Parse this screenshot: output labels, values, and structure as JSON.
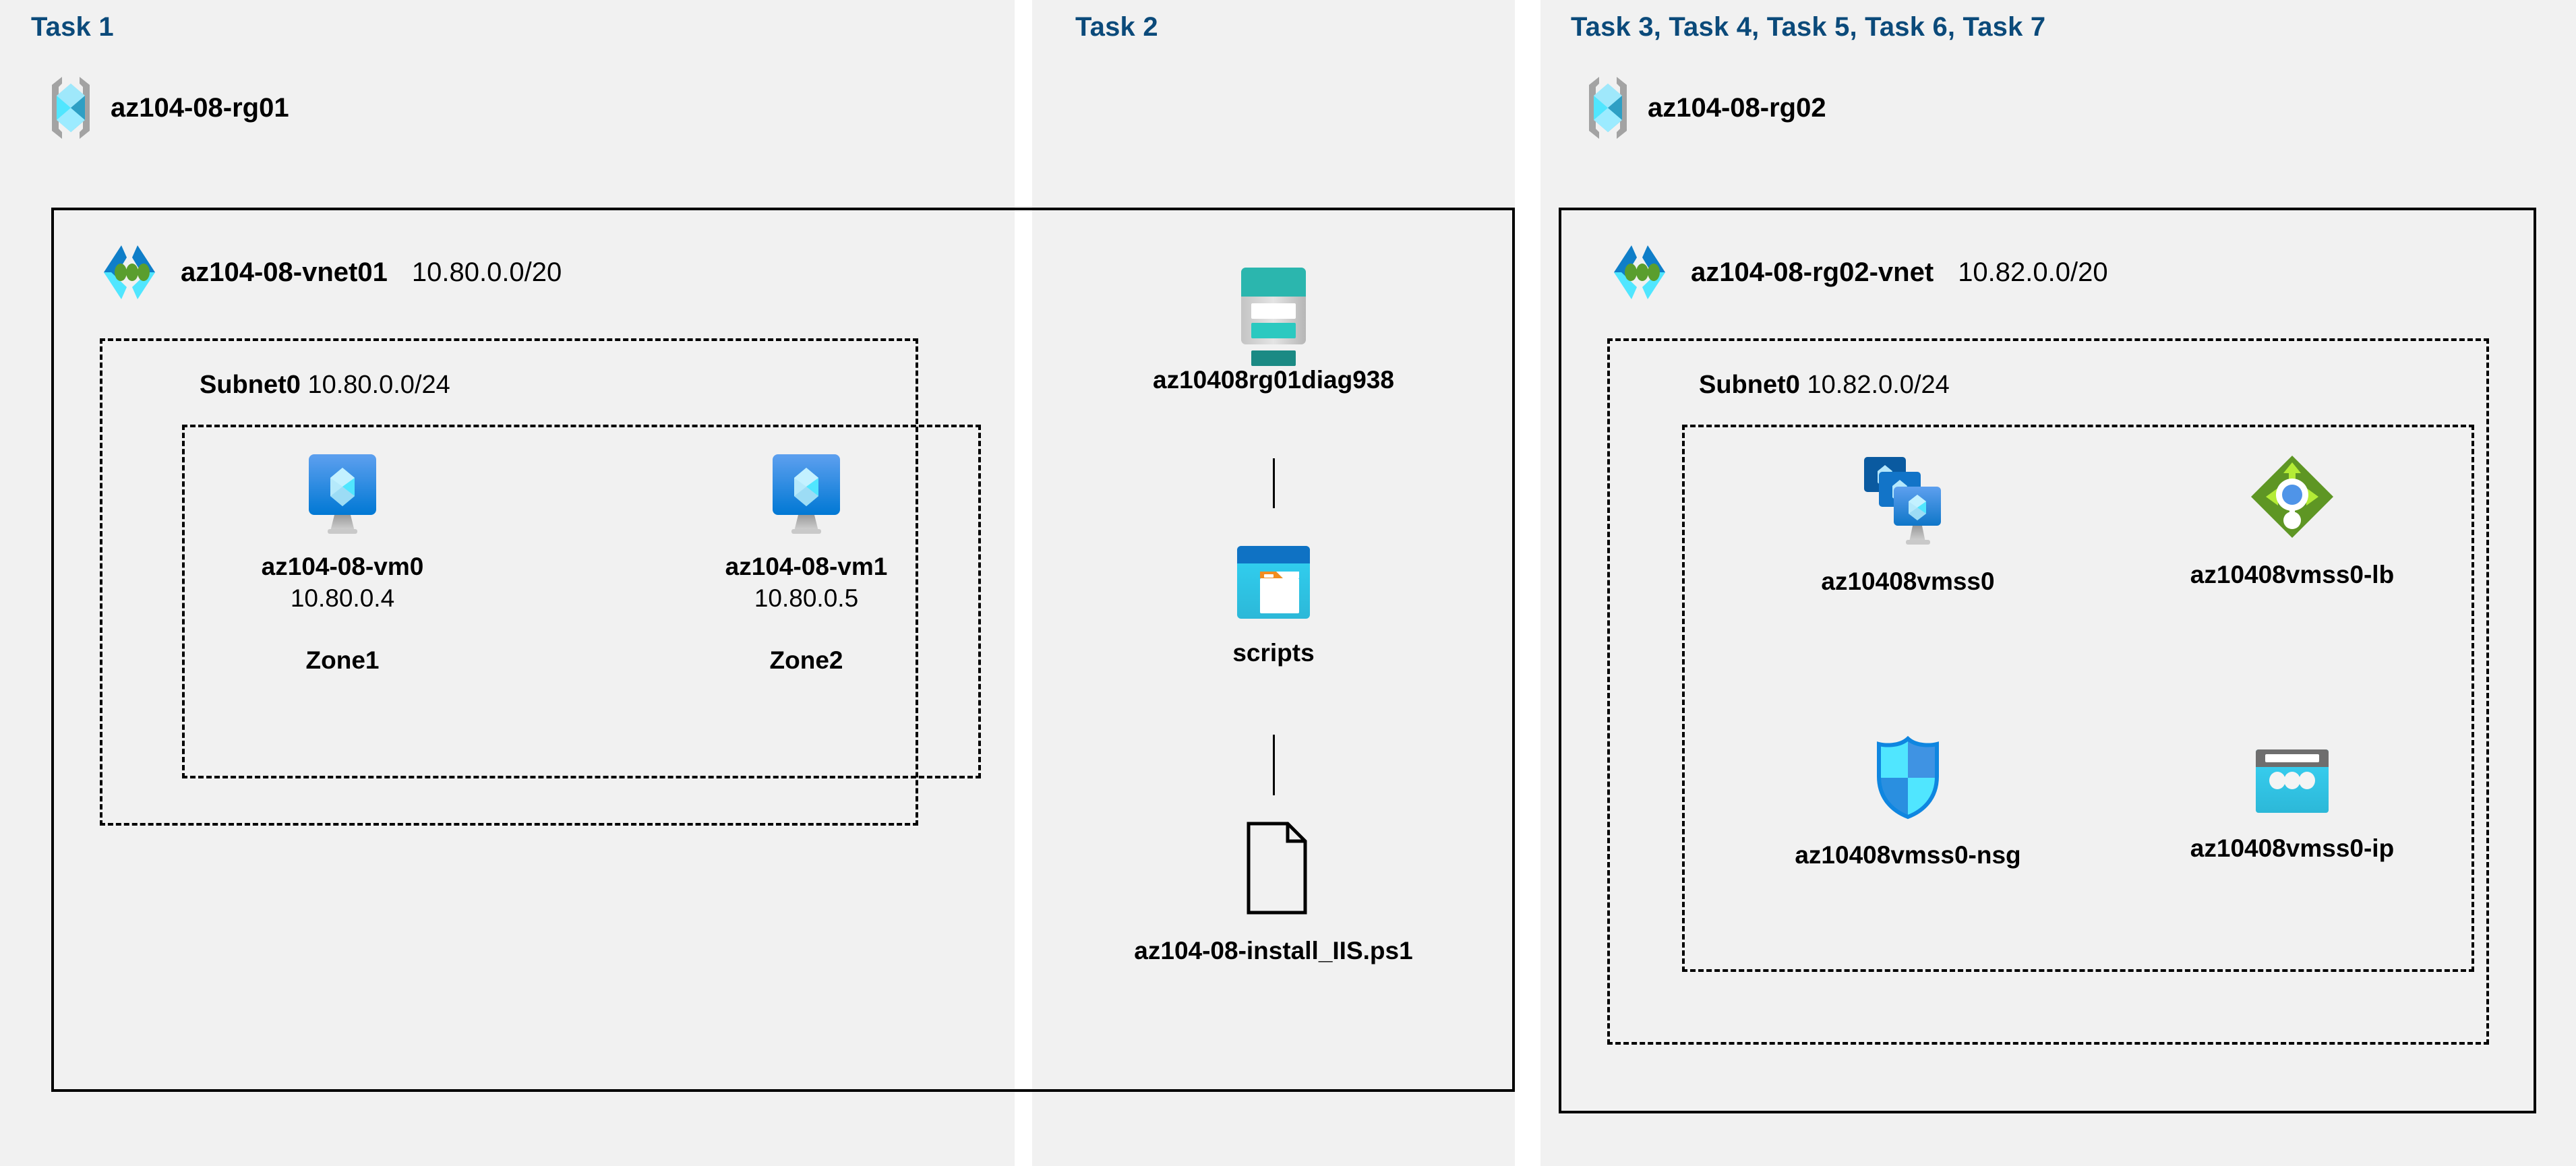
{
  "columns": [
    {
      "id": "task1",
      "title": "Task 1"
    },
    {
      "id": "task2",
      "title": "Task 2"
    },
    {
      "id": "task37",
      "title": "Task 3, Task 4, Task 5, Task 6, Task 7"
    }
  ],
  "colors": {
    "panel_background": "#f1f1f1",
    "page_background": "#ffffff",
    "task_title": "#0b4a7a",
    "border": "#000000",
    "azure_blue": "#0078d4",
    "azure_cyan": "#50e6ff",
    "storage_teal": "#2bb6ae",
    "lb_green": "#5e9624",
    "lb_arrow_green": "#b4ec36"
  },
  "left": {
    "resource_group": {
      "name": "az104-08-rg01",
      "icon": "resource-group-icon"
    },
    "vnet": {
      "name": "az104-08-vnet01",
      "cidr": "10.80.0.0/20",
      "icon": "virtual-network-icon"
    },
    "subnet": {
      "name": "Subnet0",
      "cidr": "10.80.0.0/24"
    },
    "vms": [
      {
        "name": "az104-08-vm0",
        "ip": "10.80.0.4",
        "zone": "Zone1",
        "icon": "virtual-machine-icon"
      },
      {
        "name": "az104-08-vm1",
        "ip": "10.80.0.5",
        "zone": "Zone2",
        "icon": "virtual-machine-icon"
      }
    ]
  },
  "middle": {
    "storage_account": {
      "name": "az10408rg01diag938",
      "icon": "storage-account-icon"
    },
    "container": {
      "name": "scripts",
      "icon": "blob-container-icon"
    },
    "file": {
      "name": "az104-08-install_IIS.ps1",
      "icon": "script-file-icon"
    }
  },
  "right": {
    "resource_group": {
      "name": "az104-08-rg02",
      "icon": "resource-group-icon"
    },
    "vnet": {
      "name": "az104-08-rg02-vnet",
      "cidr": "10.82.0.0/20",
      "icon": "virtual-network-icon"
    },
    "subnet": {
      "name": "Subnet0",
      "cidr": "10.82.0.0/24"
    },
    "resources": [
      {
        "name": "az10408vmss0",
        "icon": "vm-scale-set-icon"
      },
      {
        "name": "az10408vmss0-lb",
        "icon": "load-balancer-icon"
      },
      {
        "name": "az10408vmss0-nsg",
        "icon": "network-security-group-icon"
      },
      {
        "name": "az10408vmss0-ip",
        "icon": "public-ip-address-icon"
      }
    ]
  }
}
